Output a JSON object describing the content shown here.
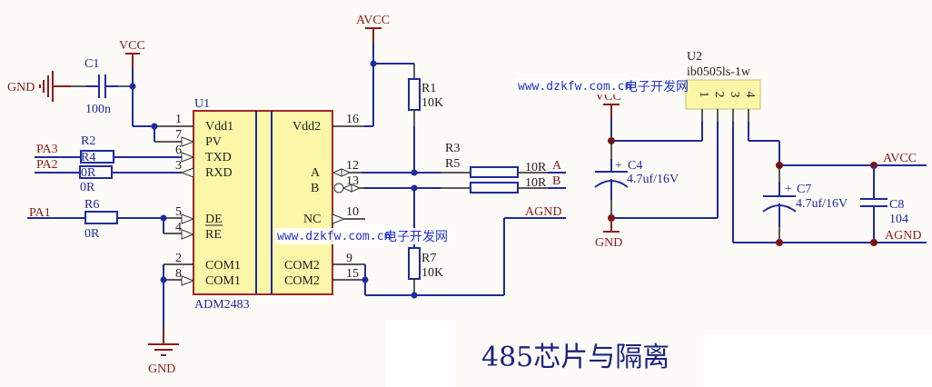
{
  "title": "485芯片与隔离",
  "watermark": {
    "url": "www.dzkfw.com.cn",
    "site": "电子开发网"
  },
  "nets": {
    "gnd": "GND",
    "vcc": "VCC",
    "avcc": "AVCC",
    "agnd": "AGND",
    "pa1": "PA1",
    "pa2": "PA2",
    "pa3": "PA3",
    "a": "A",
    "b": "B"
  },
  "u1": {
    "ref": "U1",
    "part": "ADM2483",
    "left_pins": [
      {
        "num": "1",
        "name": "Vdd1"
      },
      {
        "num": "7",
        "name": "PV"
      },
      {
        "num": "6",
        "name": "TXD"
      },
      {
        "num": "3",
        "name": "RXD"
      },
      {
        "num": "5",
        "name": "DE"
      },
      {
        "num": "4",
        "name": "RE"
      },
      {
        "num": "2",
        "name": "COM1"
      },
      {
        "num": "8",
        "name": "COM1"
      }
    ],
    "right_pins": [
      {
        "num": "16",
        "name": "Vdd2"
      },
      {
        "num": "12",
        "name": "A"
      },
      {
        "num": "13",
        "name": "B"
      },
      {
        "num": "10",
        "name": "NC"
      },
      {
        "num": "9",
        "name": "COM2"
      },
      {
        "num": "15",
        "name": "COM2"
      }
    ]
  },
  "u2": {
    "ref": "U2",
    "part": "ib0505ls-1w",
    "pins": [
      "1",
      "2",
      "3",
      "4"
    ]
  },
  "components": {
    "c1": {
      "ref": "C1",
      "value": "100n"
    },
    "r2": {
      "ref": "R2",
      "value": "0R"
    },
    "r4": {
      "ref": "R4",
      "value": "0R"
    },
    "r6": {
      "ref": "R6",
      "value": "0R"
    },
    "r1": {
      "ref": "R1",
      "value": "10K"
    },
    "r7": {
      "ref": "R7",
      "value": "10K"
    },
    "r3": {
      "ref": "R3",
      "value": "10R"
    },
    "r5": {
      "ref": "R5",
      "value": "10R"
    },
    "c4": {
      "ref": "C4",
      "value": "4.7uf/16V",
      "polarity": "+"
    },
    "c7": {
      "ref": "C7",
      "value": "4.7uf/16V",
      "polarity": "+"
    },
    "c8": {
      "ref": "C8",
      "value": "104"
    }
  }
}
